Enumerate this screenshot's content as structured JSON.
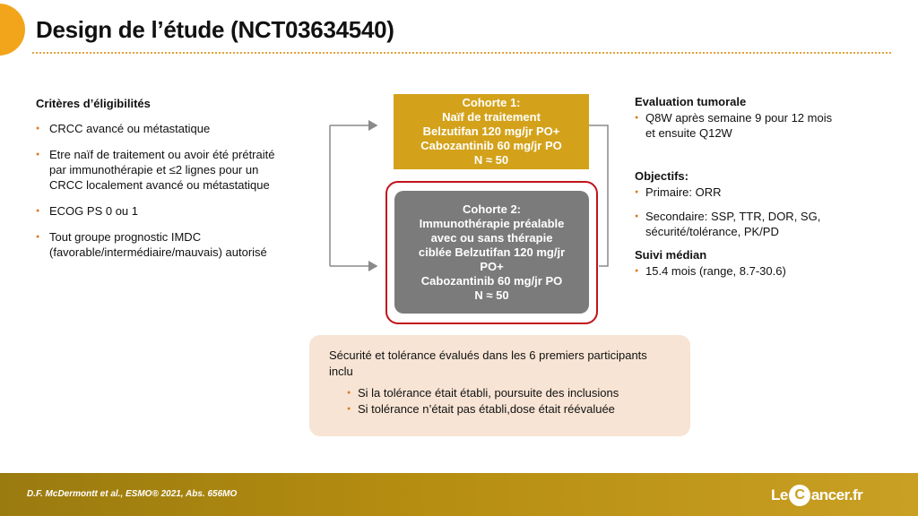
{
  "title": "Design de l’étude (NCT03634540)",
  "left": {
    "heading": "Critères d’éligibilités",
    "items": [
      "CRCC avancé ou métastatique",
      "Etre naïf de traitement ou avoir été prétraité par immunothérapie et ≤2 lignes pour un CRCC localement avancé ou métastatique",
      "ECOG PS 0 ou 1",
      "Tout groupe prognostic IMDC (favorable/intermédiaire/mauvais) autorisé"
    ]
  },
  "cohorts": {
    "c1_lines": [
      "Cohorte 1:",
      "Naïf de traitement",
      "Belzutifan 120 mg/jr PO+",
      "Cabozantinib 60 mg/jr PO",
      "N ≈ 50"
    ],
    "c2_lines": [
      "Cohorte 2:",
      "Immunothérapie préalable",
      "avec ou sans thérapie",
      "ciblée Belzutifan 120 mg/jr",
      "PO+",
      "Cabozantinib 60 mg/jr PO",
      "N ≈ 50"
    ]
  },
  "right": {
    "eval_heading": "Evaluation tumorale",
    "eval_items": [
      "Q8W après semaine 9 pour 12 mois et ensuite Q12W"
    ],
    "obj_heading": "Objectifs:",
    "obj_items": [
      "Primaire: ORR",
      "Secondaire:  SSP, TTR, DOR, SG, sécurité/tolérance, PK/PD"
    ],
    "suivi_heading": "Suivi médian",
    "suivi_items": [
      "15.4 mois (range, 8.7-30.6)"
    ]
  },
  "safety": {
    "intro": "Sécurité et tolérance évalués dans les 6 premiers participants inclu",
    "items": [
      "Si la tolérance était établi, poursuite des inclusions",
      "Si tolérance n’était pas établi,dose était réévaluée"
    ]
  },
  "footer": {
    "citation": "D.F. McDermontt et al., ESMO® 2021, Abs. 656MO",
    "logo_pre": "Le ",
    "logo_mid": "C",
    "logo_post": "ancer.fr"
  },
  "colors": {
    "accent": "#f2a51a",
    "cohort1": "#d3a21a",
    "cohort2": "#7b7b7b",
    "highlight": "#c0131b",
    "bullet": "#e07b22"
  }
}
